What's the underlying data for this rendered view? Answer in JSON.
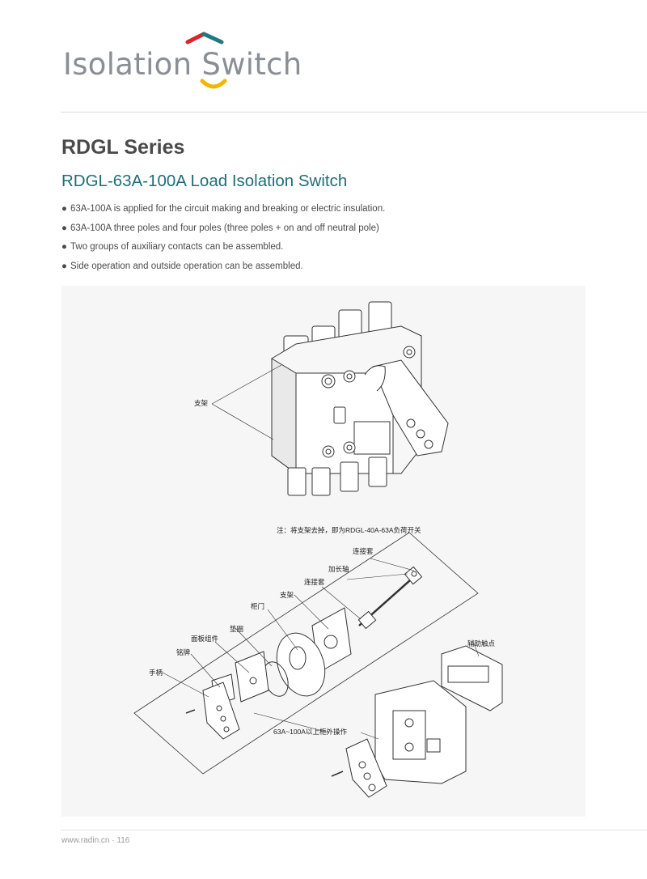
{
  "brand": {
    "title": "Isolation Switch",
    "colors": {
      "red": "#d8262f",
      "teal": "#1f7a7e",
      "yellow": "#f2b600",
      "grey": "#8a8e95"
    }
  },
  "series_title": "RDGL Series",
  "product_title": "RDGL-63A-100A Load Isolation Switch",
  "bullets": [
    "63A-100A is applied for the circuit making and breaking or electric insulation.",
    "63A-100A three poles and four poles (three poles + on and off neutral pole)",
    "Two groups of auxiliary contacts can be assembled.",
    "Side operation and outside operation can be assembled."
  ],
  "figure": {
    "top_label": "支架",
    "note": "注：将支架去掉，即为RDGL-40A-63A负荷开关",
    "labels": {
      "connector_sleeve_top": "连接套",
      "extension_shaft": "加长轴",
      "connector_sleeve": "连接套",
      "bracket": "支架",
      "cabinet_door": "柜门",
      "gasket": "垫圈",
      "panel_assembly": "面板组件",
      "nameplate": "铭牌",
      "handle": "手柄",
      "aux_contact": "辅助触点",
      "outside_operation": "63A~100A以上柜外操作"
    }
  },
  "footer": {
    "site": "www.radin.cn",
    "separator": "·",
    "page": "116"
  }
}
